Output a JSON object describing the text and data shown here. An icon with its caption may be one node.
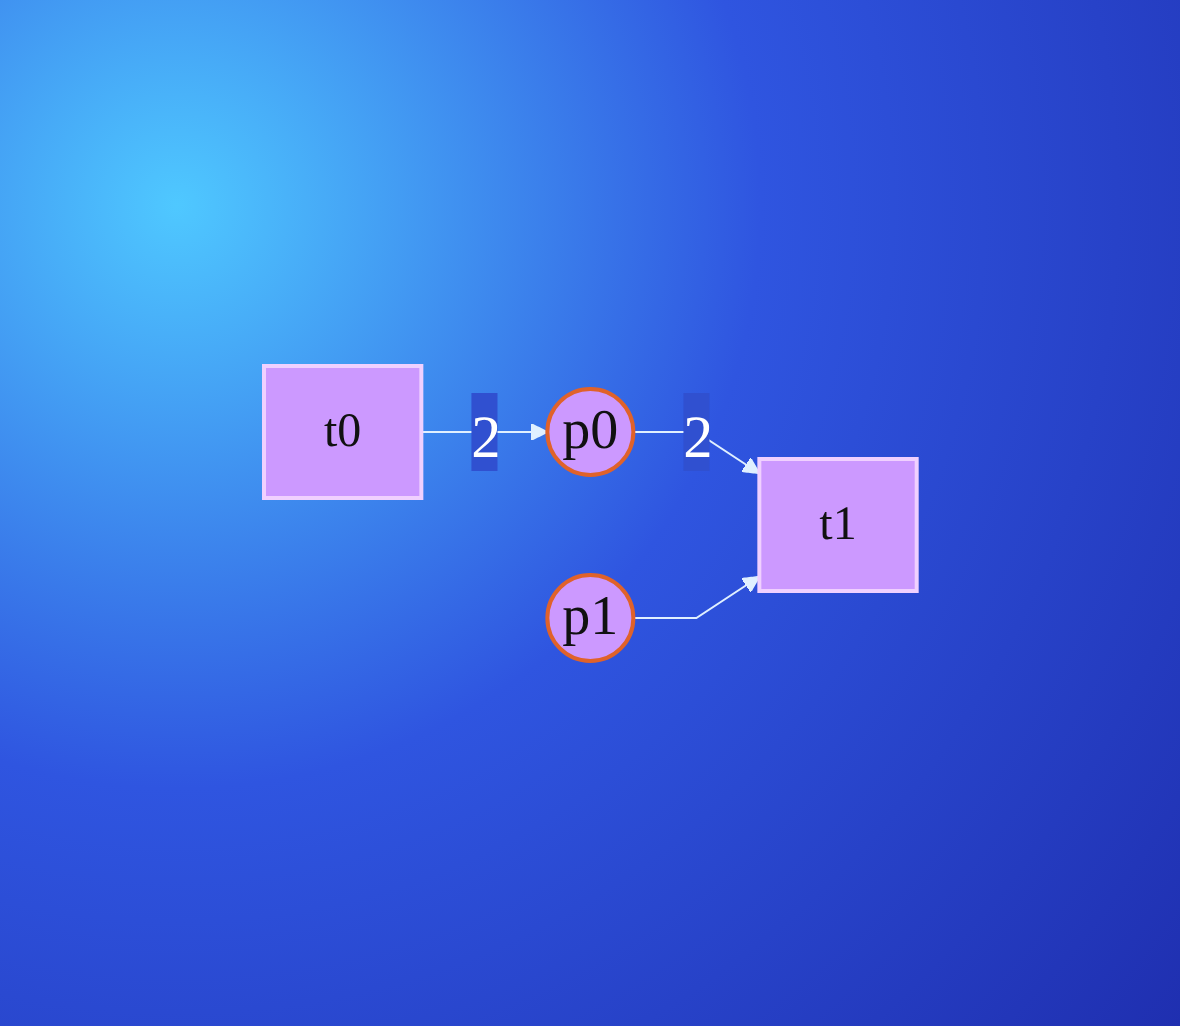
{
  "diagram": {
    "nodes": [
      {
        "text": [
          "p1"
        ]
      },
      {
        "text": [
          "t0"
        ]
      },
      {
        "text": [
          "p0"
        ]
      },
      {
        "text": [
          "t1"
        ]
      }
    ],
    "edges": [
      {
        "from": 1,
        "to": 2,
        "arrow": "to",
        "label": "2"
      },
      {
        "from": 2,
        "to": 3,
        "arrow": "to",
        "label": "2"
      },
      {
        "from": 0,
        "to": 3,
        "arrow": "to"
      }
    ]
  }
}
